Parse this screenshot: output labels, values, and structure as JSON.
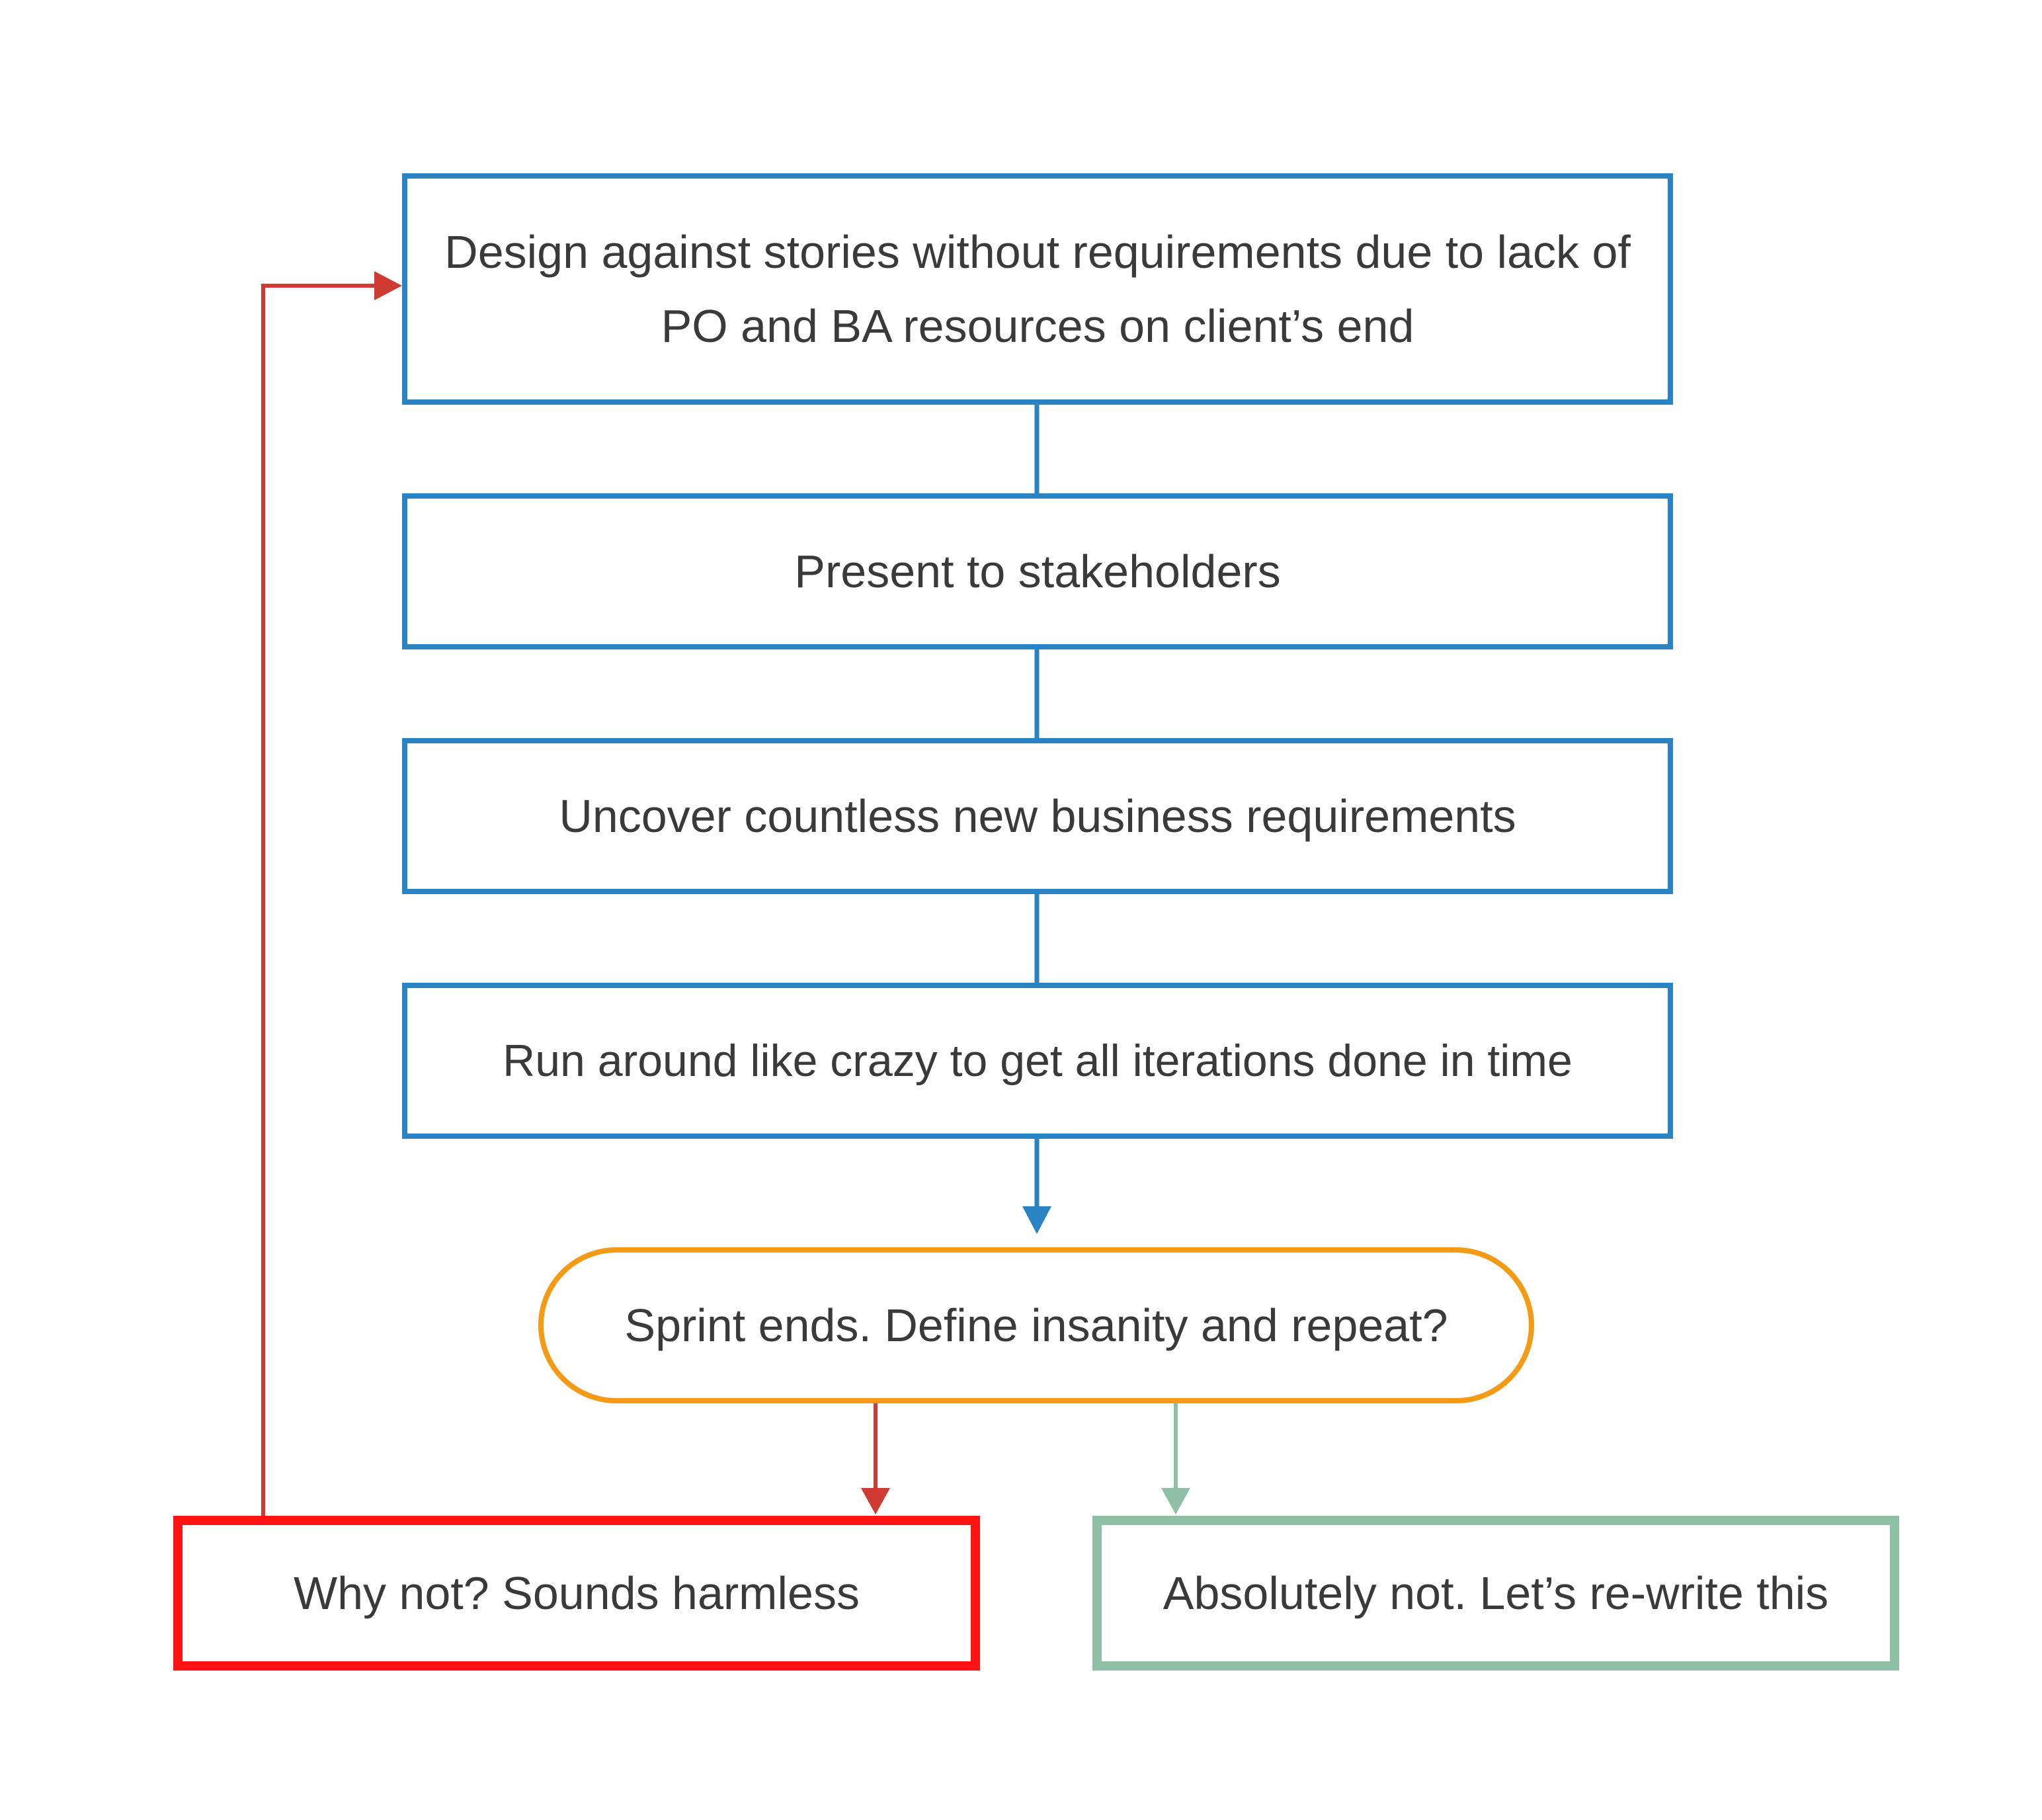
{
  "colors": {
    "step_border": "#2a83c3",
    "decision_border": "#f59a15",
    "loop_back_outcome": "#ff1313",
    "rewrite_outcome": "#8fbfa4",
    "loop_arrow": "#cf3a32",
    "text": "#3a3a3a"
  },
  "nodes": {
    "design": {
      "text": "Design against stories without requirements due to lack of PO and BA resources on client’s end"
    },
    "present": {
      "text": "Present to stakeholders"
    },
    "uncover": {
      "text": "Uncover countless new business requirements"
    },
    "run": {
      "text": "Run around like crazy to get all iterations done in time"
    },
    "decision": {
      "text": "Sprint ends. Define insanity and repeat?"
    },
    "yes": {
      "text": "Why not? Sounds harmless"
    },
    "no": {
      "text": "Absolutely not. Let’s re-write this"
    }
  }
}
